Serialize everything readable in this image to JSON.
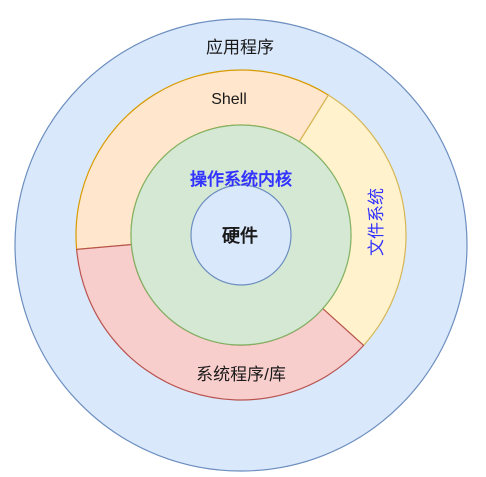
{
  "diagram": {
    "outer_ring_label": "应用程序",
    "shell_label": "Shell",
    "filesystem_label": "文件系统",
    "syslib_label": "系统程序/库",
    "kernel_label": "操作系统内核",
    "hardware_label": "硬件"
  },
  "colors": {
    "outer_fill": "#dae8fc",
    "outer_stroke": "#6c8ebf",
    "shell_fill": "#ffe6cc",
    "shell_stroke": "#d79b00",
    "filesystem_fill": "#fff2cc",
    "filesystem_stroke": "#d6b656",
    "syslib_fill": "#f8cecc",
    "syslib_stroke": "#b85450",
    "kernel_fill": "#d5e8d4",
    "kernel_stroke": "#82b366",
    "hardware_fill": "#dae8fc",
    "hardware_stroke": "#6c8ebf",
    "accent_text": "#3333ff",
    "label_text": "#1a1a1a"
  }
}
